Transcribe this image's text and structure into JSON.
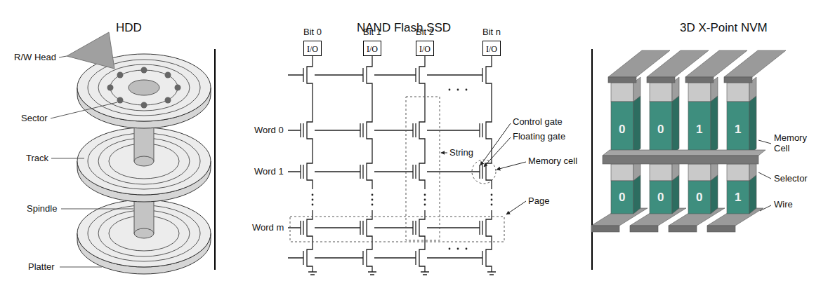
{
  "diagram": {
    "nodes": [
      {
        "text": [
          "I/O"
        ]
      },
      {
        "text": [
          "I/O"
        ]
      },
      {
        "text": [
          "I/O"
        ]
      },
      {
        "text": [
          "I/O"
        ]
      }
    ],
    "labels": [
      "HDD",
      "NAND Flash SSD",
      "3D X-Point NVM",
      "R/W Head",
      "Sector",
      "Track",
      "Spindle",
      "Platter",
      "Bit 0",
      "Bit 1",
      "Bit 2",
      "Bit n",
      "Word 0",
      "Word 1",
      "Word m",
      "Control gate",
      "Floating gate",
      "Memory cell",
      "String",
      "Page",
      "0",
      "0",
      "1",
      "1",
      "0",
      "0",
      "0",
      "1",
      "Memory Cell",
      "Selector",
      "Wire"
    ]
  }
}
